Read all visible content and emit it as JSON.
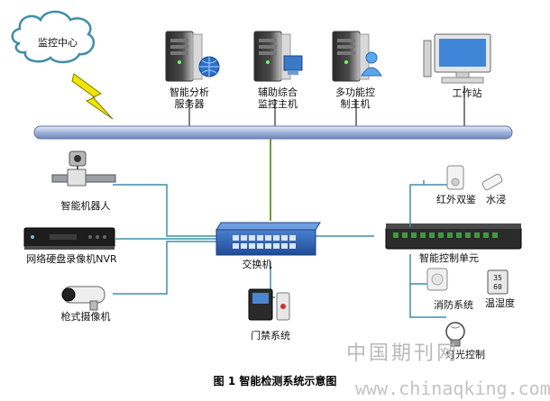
{
  "monitor_center": {
    "label": "监控中心"
  },
  "servers": [
    {
      "label": "智能分析\n服务器",
      "badge": "globe-icon"
    },
    {
      "label": "辅助综合\n监控主机",
      "badge": "screen-icon"
    },
    {
      "label": "多功能控\n制主机",
      "badge": "user-icon"
    }
  ],
  "workstation": {
    "label": "工作站"
  },
  "left_devices": [
    {
      "label": "智能机器人"
    },
    {
      "label": "网络硬盘录像机NVR"
    },
    {
      "label": "枪式摄像机"
    }
  ],
  "switch": {
    "label": "交换机"
  },
  "access_control": {
    "label": "门禁系统"
  },
  "control_unit": {
    "label": "智能控制单元"
  },
  "right_devices": [
    {
      "label": "红外双鉴"
    },
    {
      "label": "水浸"
    },
    {
      "label": "消防系统"
    },
    {
      "label": "温湿度",
      "display": "35\n60"
    },
    {
      "label": "灯光控制"
    }
  ],
  "caption": "图 1 智能检测系统示意图",
  "watermark": {
    "cn": "中国期刊网",
    "url": "www.chinaqking.com"
  },
  "colors": {
    "bus": "#9fb3da",
    "line": "#3f8fa8",
    "switch": "#2f5fb0",
    "bolt": "#f2e600"
  }
}
